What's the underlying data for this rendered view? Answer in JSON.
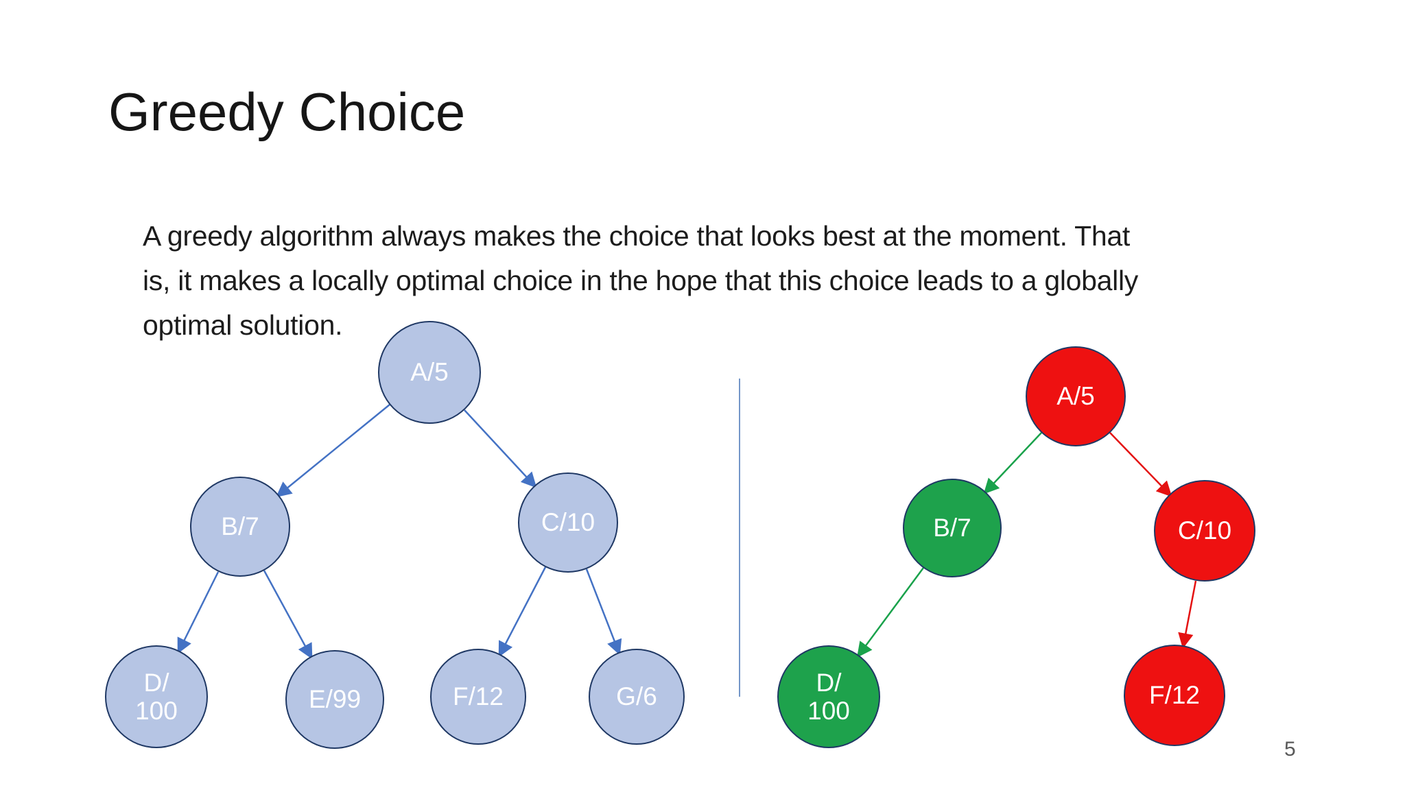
{
  "slide": {
    "title": "Greedy Choice",
    "body_lines": [
      "A greedy algorithm always makes the choice that looks best at the moment. That",
      "is, it makes a locally optimal choice in the hope that this choice leads to a globally",
      "optimal solution."
    ],
    "page_number": "5"
  },
  "colors": {
    "node_blue_fill": "#b6c5e4",
    "node_red_fill": "#ee1111",
    "node_green_fill": "#1ea24c",
    "node_border": "#1f3864",
    "edge_blue": "#4472c4",
    "edge_green": "#19a24b",
    "edge_red": "#e41111",
    "divider_blue": "#7396c8",
    "page_number_gray": "#595959",
    "node_text": "#ffffff"
  },
  "left_tree": {
    "nodes": [
      {
        "id": "A",
        "label": "A/5"
      },
      {
        "id": "B",
        "label": "B/7"
      },
      {
        "id": "C",
        "label": "C/10"
      },
      {
        "id": "D",
        "label": "D/\n100"
      },
      {
        "id": "E",
        "label": "E/99"
      },
      {
        "id": "F",
        "label": "F/12"
      },
      {
        "id": "G",
        "label": "G/6"
      }
    ]
  },
  "right_tree": {
    "nodes": [
      {
        "id": "A",
        "label": "A/5",
        "state": "red"
      },
      {
        "id": "B",
        "label": "B/7",
        "state": "green"
      },
      {
        "id": "C",
        "label": "C/10",
        "state": "red"
      },
      {
        "id": "D",
        "label": "D/\n100",
        "state": "green"
      },
      {
        "id": "F",
        "label": "F/12",
        "state": "red"
      }
    ]
  }
}
